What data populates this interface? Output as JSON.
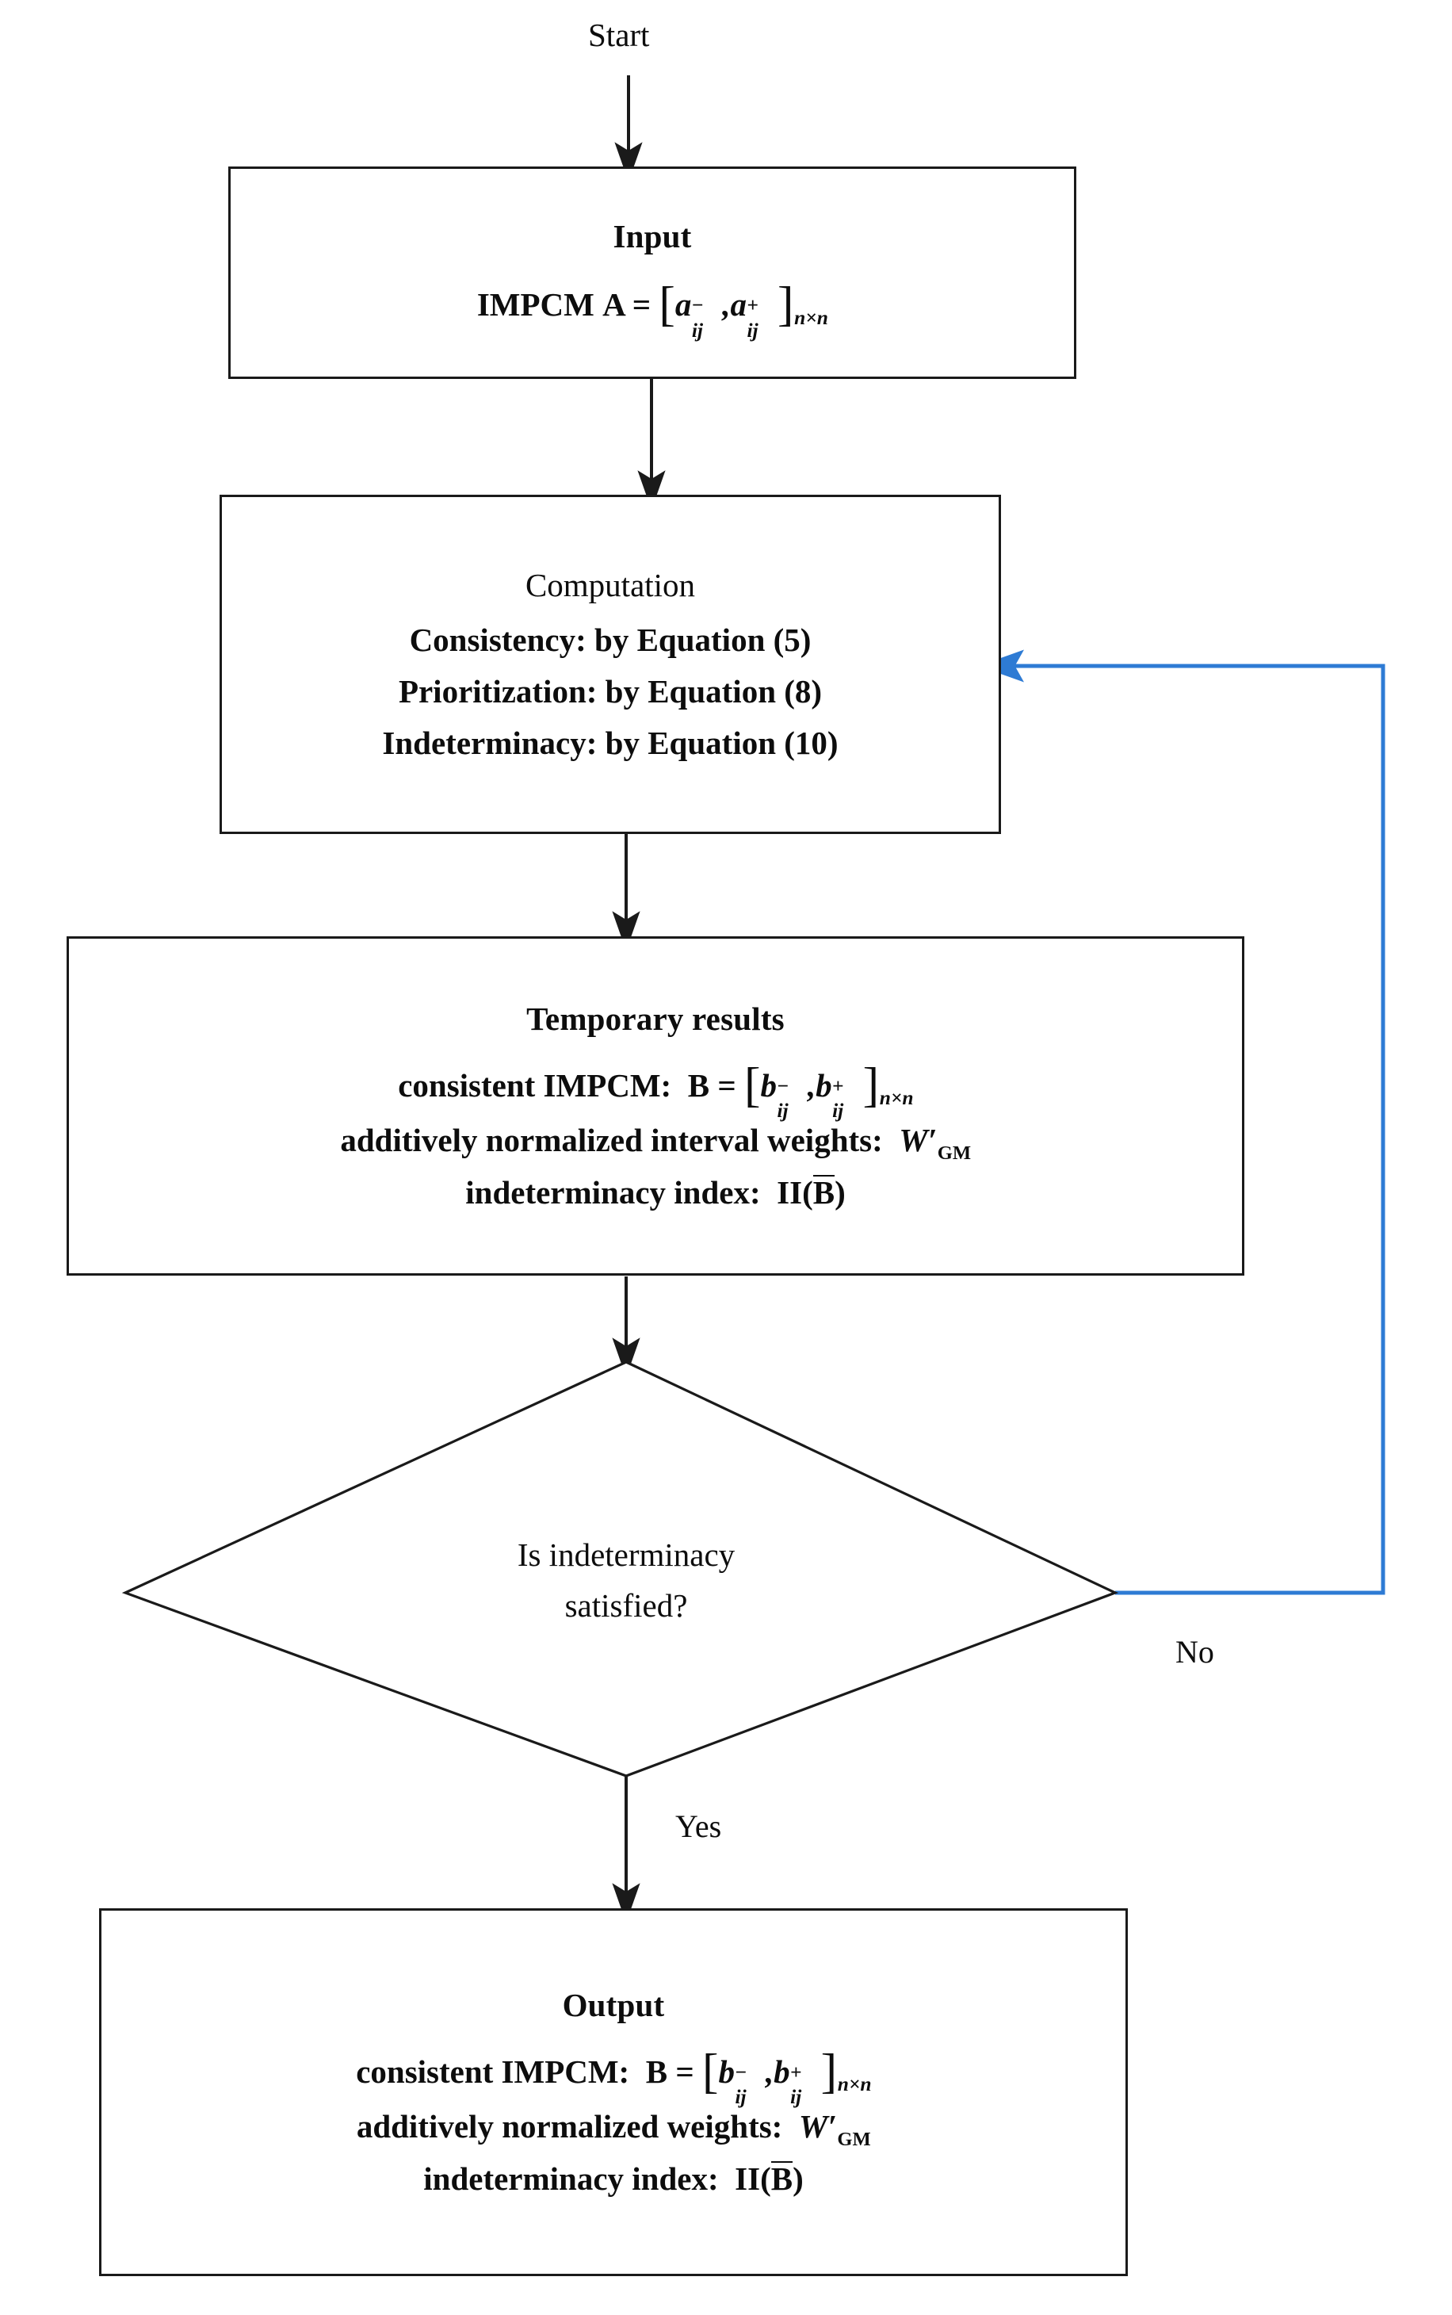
{
  "diagram": {
    "type": "flowchart",
    "title": "IMPCM consistency, prioritization and indeterminacy flowchart",
    "background_color": "#ffffff",
    "stroke_color": "#1a1a1a",
    "feedback_color": "#2e7bd4"
  },
  "start": {
    "label": "Start"
  },
  "input_node": {
    "title": "Input",
    "formula_prefix": "IMPCM",
    "matrix_symbol": "A",
    "equals": "=",
    "bracket_open": "[",
    "bracket_close": "]",
    "entry_lower": "a",
    "entry_lower_sup": "−",
    "entry_lower_sub": "ij",
    "comma": ",",
    "entry_upper": "a",
    "entry_upper_sup": "+",
    "entry_upper_sub": "ij",
    "dimension": "n×n"
  },
  "computation_node": {
    "title": "Computation",
    "steps": [
      "Consistency: by Equation (5)",
      "Prioritization: by Equation (8)",
      "Indeterminacy: by Equation (10)"
    ]
  },
  "temporary_node": {
    "title": "Temporary results",
    "line_consistent_prefix": "consistent IMPCM:",
    "matrix_symbol": "B",
    "equals": "=",
    "bracket_open": "[",
    "bracket_close": "]",
    "entry_lower": "b",
    "entry_lower_sup": "−",
    "entry_lower_sub": "ij",
    "comma": ",",
    "entry_upper": "b",
    "entry_upper_sup": "+",
    "entry_upper_sub": "ij",
    "dimension": "n×n",
    "line_weights_prefix": "additively normalized interval weights:",
    "weights_symbol": "W",
    "weights_prime": "′",
    "weights_sub": "GM",
    "line_index_prefix": "indeterminacy index:",
    "index_symbol": "II",
    "index_paren_open": "(",
    "index_arg": "B",
    "index_paren_close": ")"
  },
  "decision_node": {
    "line1": "Is indeterminacy",
    "line2": "satisfied?",
    "yes_label": "Yes",
    "no_label": "No"
  },
  "output_node": {
    "title": "Output",
    "line_consistent_prefix": "consistent IMPCM:",
    "matrix_symbol": "B",
    "equals": "=",
    "bracket_open": "[",
    "bracket_close": "]",
    "entry_lower": "b",
    "entry_lower_sup": "−",
    "entry_lower_sub": "ij",
    "comma": ",",
    "entry_upper": "b",
    "entry_upper_sup": "+",
    "entry_upper_sub": "ij",
    "dimension": "n×n",
    "line_weights_prefix": "additively normalized weights:",
    "weights_symbol": "W",
    "weights_prime": "′",
    "weights_sub": "GM",
    "line_index_prefix": "indeterminacy index:",
    "index_symbol": "II",
    "index_paren_open": "(",
    "index_arg": "B",
    "index_paren_close": ")"
  }
}
